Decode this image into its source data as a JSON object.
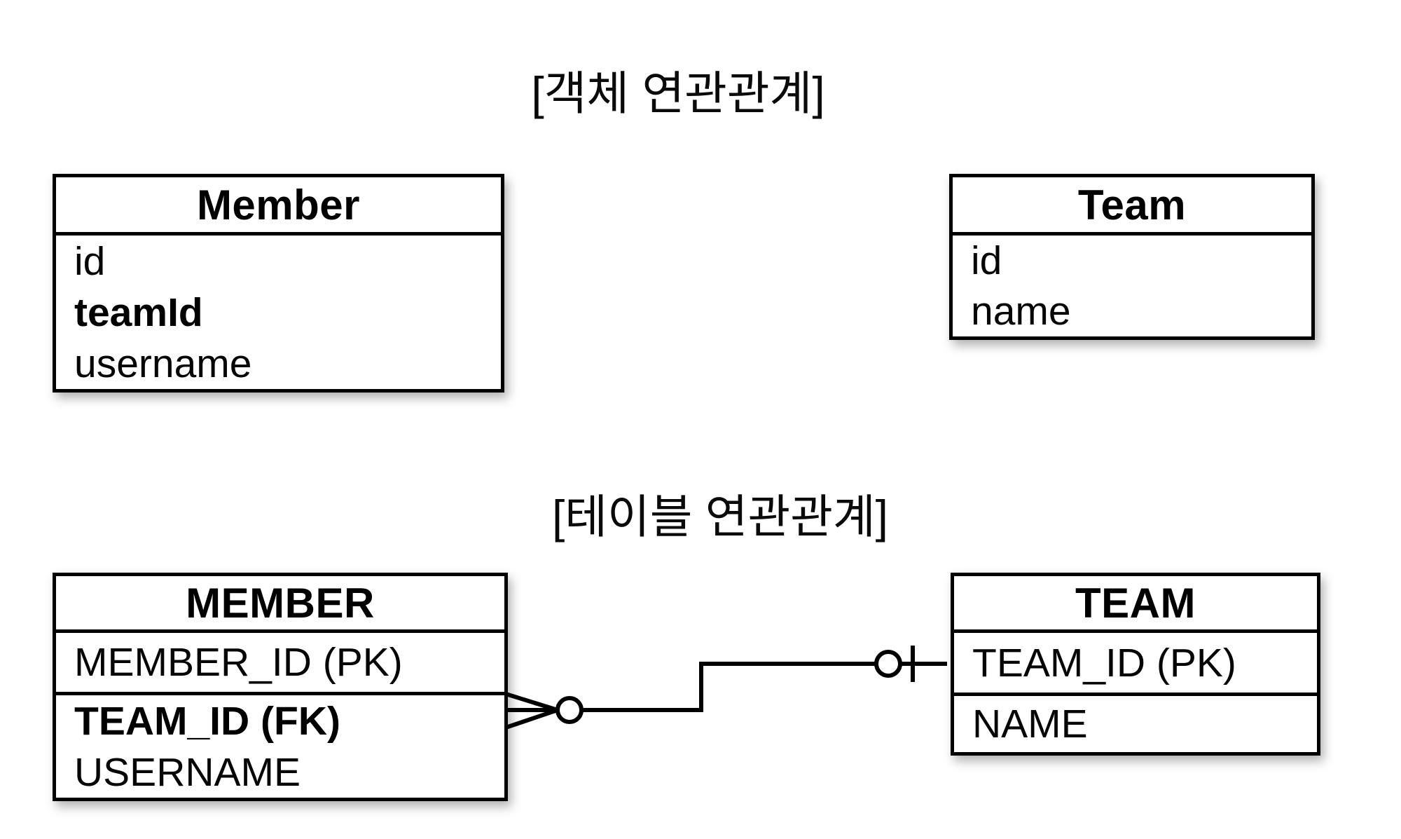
{
  "page": {
    "background_color": "#ffffff",
    "line_color": "#000000",
    "text_color": "#000000"
  },
  "object_diagram": {
    "title": "[객체 연관관계]",
    "member": {
      "title": "Member",
      "rows": [
        {
          "label": "id",
          "bold": false
        },
        {
          "label": "teamId",
          "bold": true
        },
        {
          "label": "username",
          "bold": false
        }
      ]
    },
    "team": {
      "title": "Team",
      "rows": [
        {
          "label": "id",
          "bold": false
        },
        {
          "label": "name",
          "bold": false
        }
      ]
    }
  },
  "table_diagram": {
    "title": "[테이블 연관관계]",
    "member": {
      "title": "MEMBER",
      "pk_row": {
        "label": "MEMBER_ID (PK)",
        "bold": false
      },
      "rows": [
        {
          "label": "TEAM_ID (FK)",
          "bold": true
        },
        {
          "label": "USERNAME",
          "bold": false
        }
      ]
    },
    "team": {
      "title": "TEAM",
      "pk_row": {
        "label": "TEAM_ID (PK)",
        "bold": false
      },
      "rows": [
        {
          "label": "NAME",
          "bold": false
        }
      ]
    },
    "relationship": {
      "member_end_cardinality": "zero-or-many",
      "team_end_cardinality": "zero-or-one",
      "member_end_icons": [
        "crow-foot-many-icon",
        "zero-circle-icon"
      ],
      "team_end_icons": [
        "zero-circle-icon",
        "one-bar-icon"
      ]
    }
  }
}
